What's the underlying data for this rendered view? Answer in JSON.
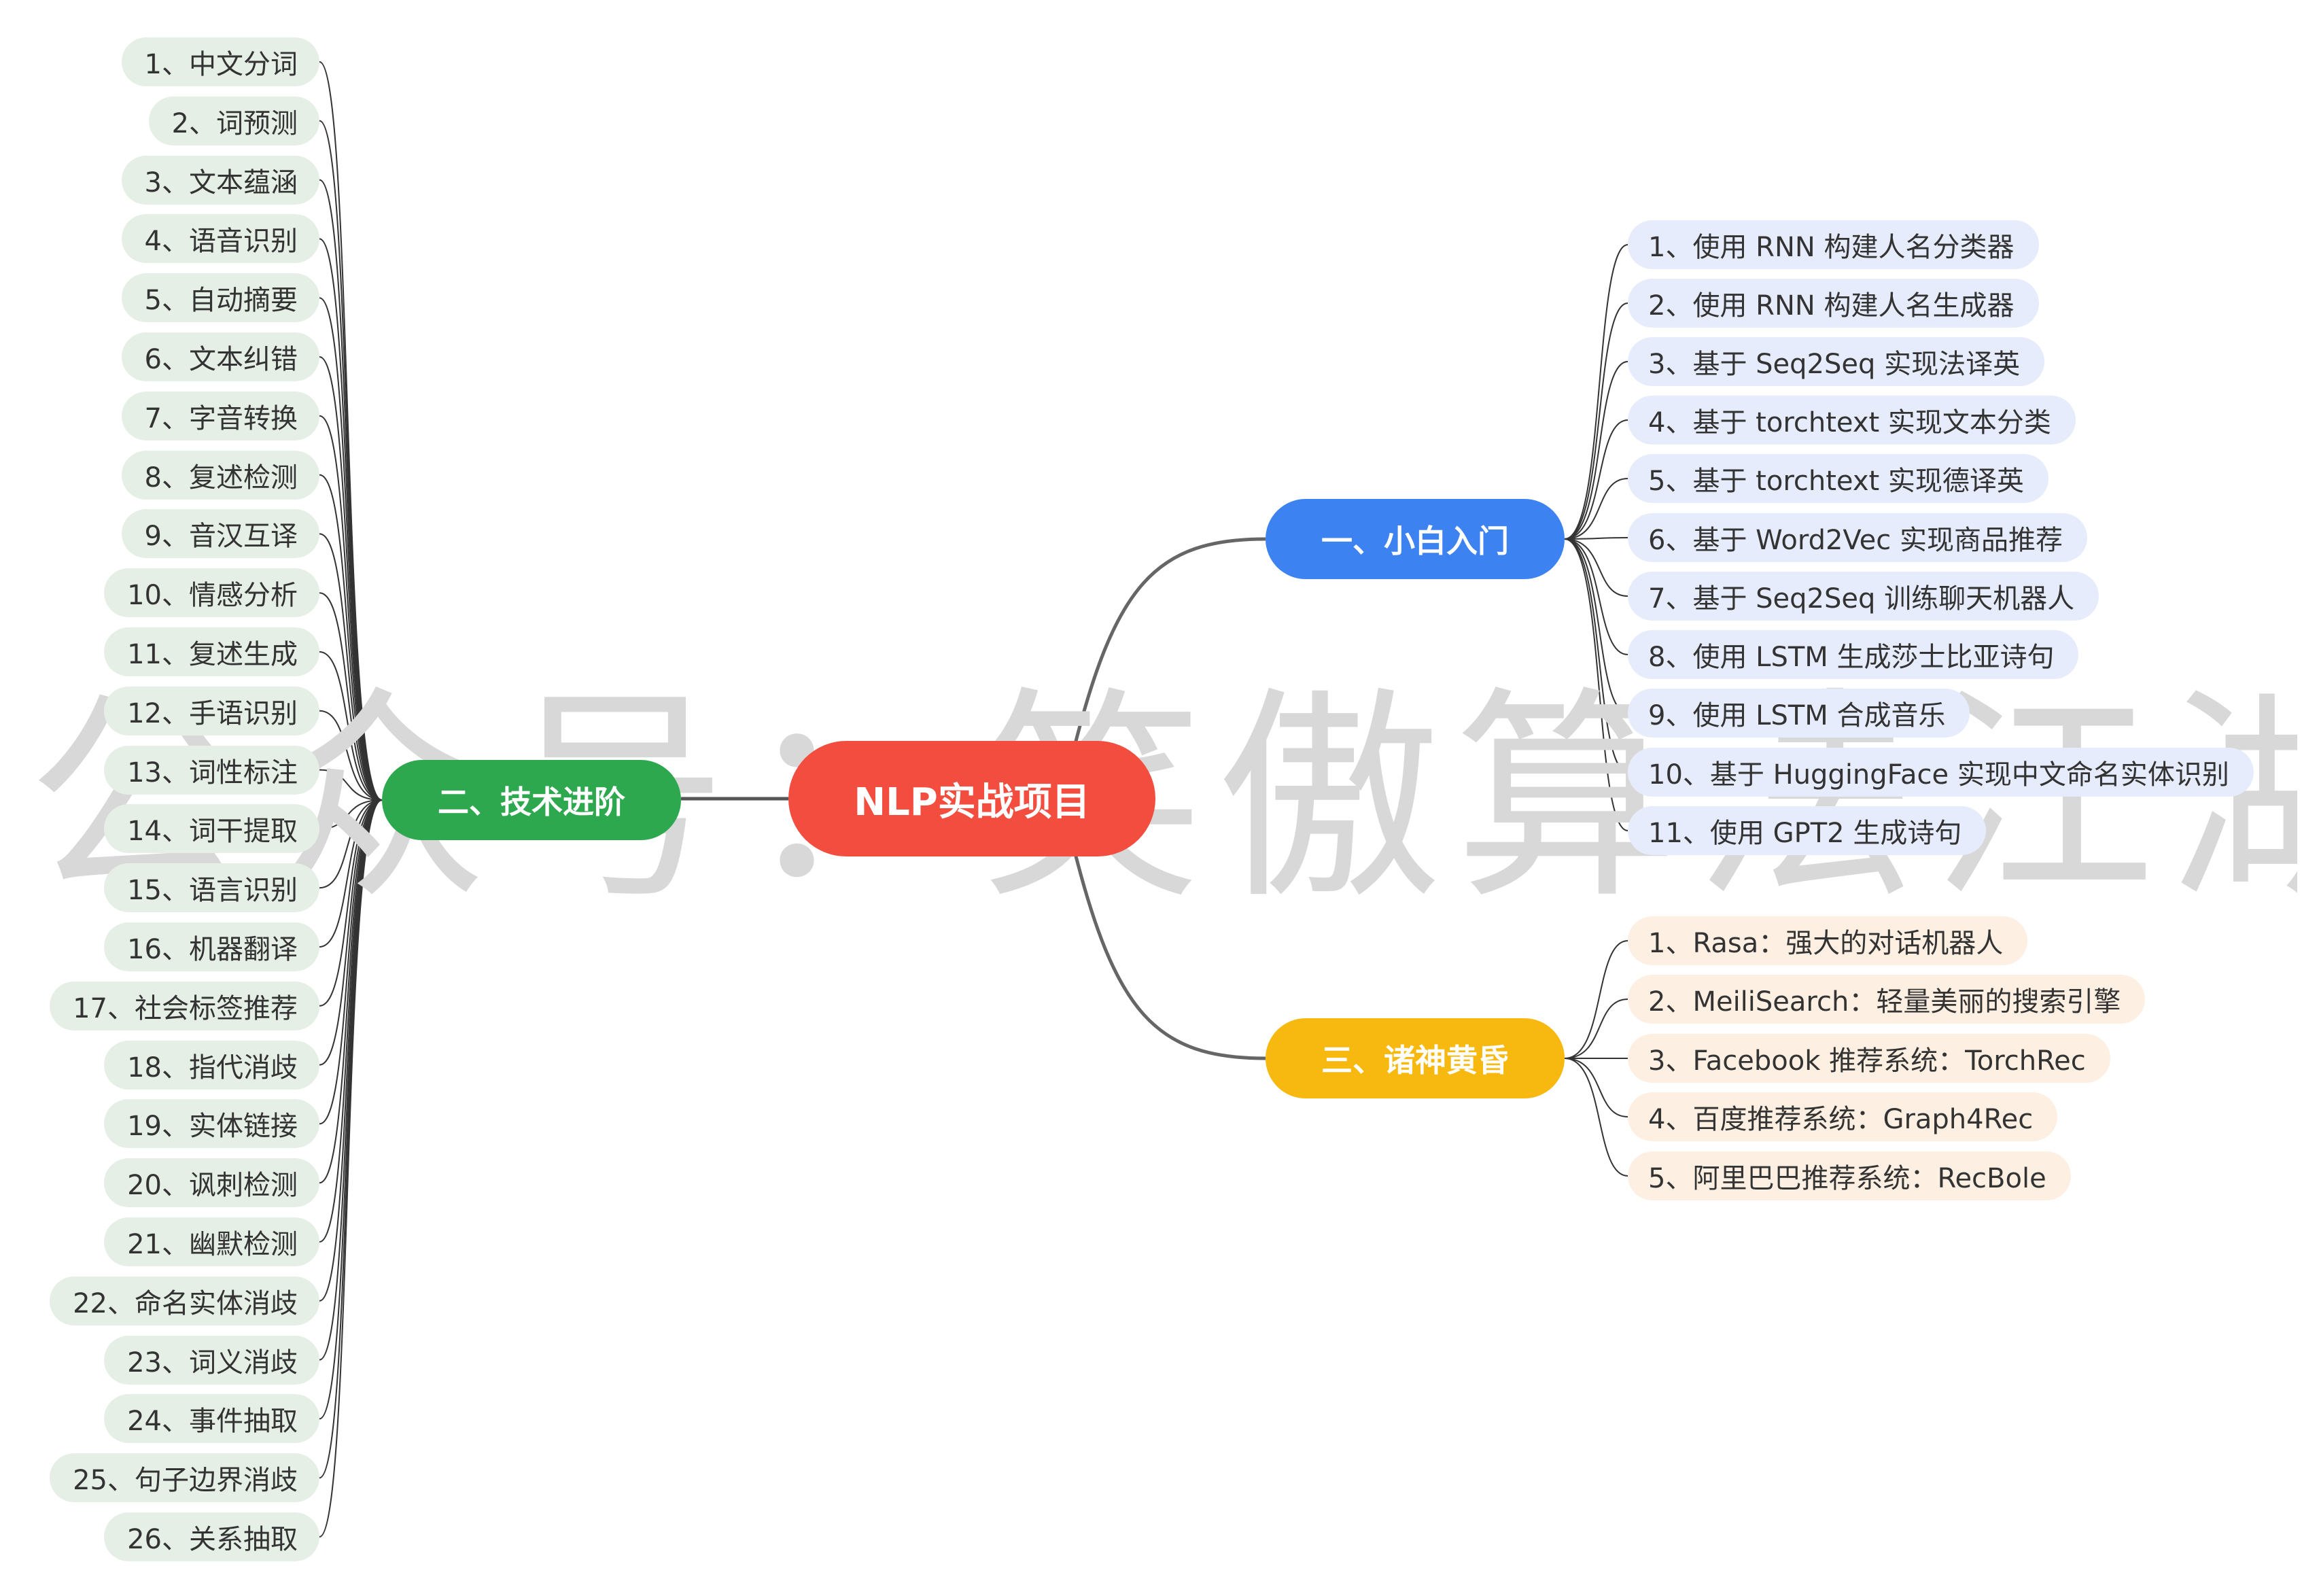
{
  "watermark": "公众号：笑傲算法江湖",
  "root": {
    "label": "NLP实战项目",
    "color": "#f24d3f"
  },
  "branches": {
    "intro": {
      "label": "一、小白入门",
      "color": "#3c82f0",
      "leaf_bg": "#e6ecfb",
      "items": [
        "1、使用 RNN 构建人名分类器",
        "2、使用 RNN 构建人名生成器",
        "3、基于 Seq2Seq 实现法译英",
        "4、基于 torchtext 实现文本分类",
        "5、基于 torchtext 实现德译英",
        "6、基于 Word2Vec 实现商品推荐",
        "7、基于 Seq2Seq 训练聊天机器人",
        "8、使用 LSTM 生成莎士比亚诗句",
        "9、使用 LSTM 合成音乐",
        "10、基于 HuggingFace 实现中文命名实体识别",
        "11、使用 GPT2 生成诗句"
      ]
    },
    "advanced": {
      "label": "二、技术进阶",
      "color": "#2ea84f",
      "leaf_bg": "#e5efe6",
      "items": [
        "1、中文分词",
        "2、词预测",
        "3、文本蕴涵",
        "4、语音识别",
        "5、自动摘要",
        "6、文本纠错",
        "7、字音转换",
        "8、复述检测",
        "9、音汉互译",
        "10、情感分析",
        "11、复述生成",
        "12、手语识别",
        "13、词性标注",
        "14、词干提取",
        "15、语言识别",
        "16、机器翻译",
        "17、社会标签推荐",
        "18、指代消歧",
        "19、实体链接",
        "20、讽刺检测",
        "21、幽默检测",
        "22、命名实体消歧",
        "23、词义消歧",
        "24、事件抽取",
        "25、句子边界消歧",
        "26、关系抽取"
      ]
    },
    "gods": {
      "label": "三、诸神黄昏",
      "color": "#f7b90f",
      "leaf_bg": "#fdf0e2",
      "items": [
        "1、Rasa：强大的对话机器人",
        "2、MeiliSearch：轻量美丽的搜索引擎",
        "3、Facebook 推荐系统：TorchRec",
        "4、百度推荐系统：Graph4Rec",
        "5、阿里巴巴推荐系统：RecBole"
      ]
    }
  }
}
